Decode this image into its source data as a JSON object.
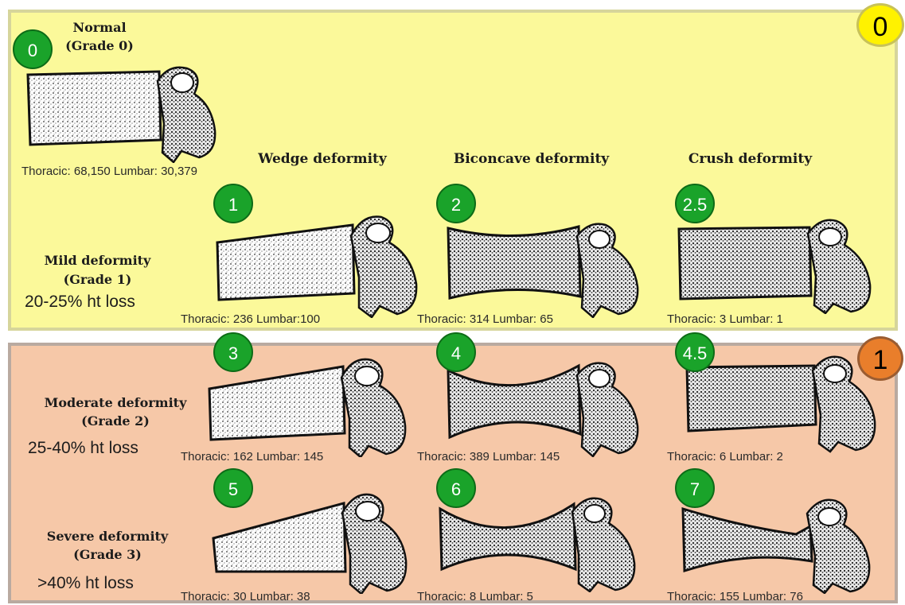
{
  "corners": {
    "top": "0",
    "bottom": "1"
  },
  "columns": {
    "wedge": "Wedge deformity",
    "biconcave": "Biconcave deformity",
    "crush": "Crush deformity"
  },
  "rows": {
    "normal": {
      "title": "Normal",
      "grade": "(Grade 0)"
    },
    "mild": {
      "title": "Mild deformity",
      "grade": "(Grade 1)",
      "loss": "20-25% ht loss"
    },
    "moderate": {
      "title": "Moderate deformity",
      "grade": "(Grade 2)",
      "loss": "25-40% ht loss"
    },
    "severe": {
      "title": "Severe deformity",
      "grade": "(Grade 3)",
      "loss": ">40% ht loss"
    }
  },
  "badges": [
    "0",
    "1",
    "2",
    "2.5",
    "3",
    "4",
    "4.5",
    "5",
    "6",
    "7"
  ],
  "counts": {
    "normal": "Thoracic: 68,150  Lumbar: 30,379",
    "mild_wedge": "Thoracic: 236  Lumbar:100",
    "mild_biconcave": "Thoracic: 314  Lumbar: 65",
    "mild_crush": "Thoracic: 3  Lumbar: 1",
    "moderate_wedge": "Thoracic: 162  Lumbar: 145",
    "moderate_biconcave": "Thoracic: 389  Lumbar: 145",
    "moderate_crush": "Thoracic: 6  Lumbar: 2",
    "severe_wedge": "Thoracic: 30  Lumbar: 38",
    "severe_biconcave": "Thoracic: 8  Lumbar: 5",
    "severe_crush": "Thoracic: 155  Lumbar: 76"
  },
  "colors": {
    "top_panel": "#fbf99a",
    "bottom_panel": "#f6c8a8",
    "badge": "#1aa32a",
    "corner_top": "#fff200",
    "corner_bottom": "#e97e2b"
  }
}
